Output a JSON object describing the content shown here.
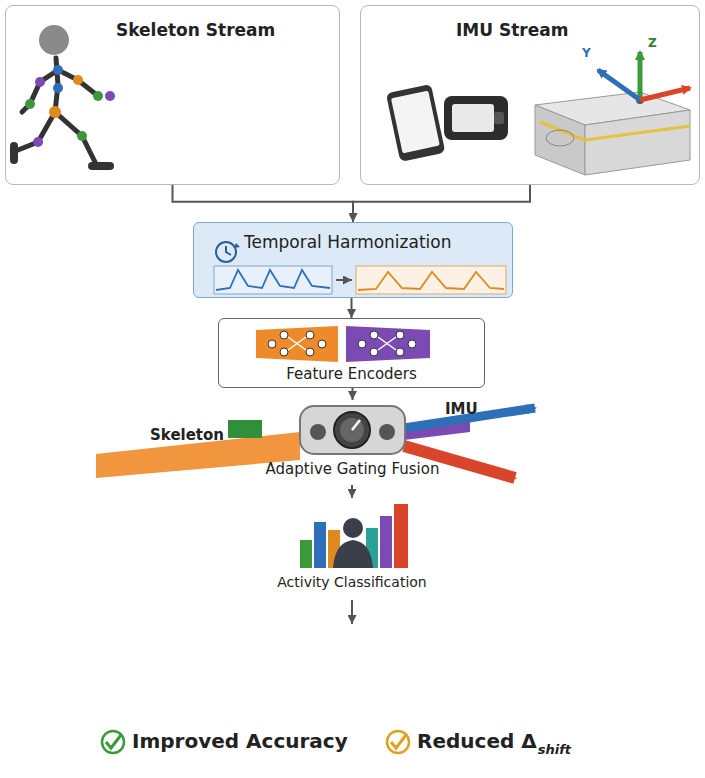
{
  "diagram": {
    "nodes": [
      {
        "text": [
          "Skeleton Stream"
        ]
      },
      {
        "text": [
          "IMU Stream"
        ]
      },
      {
        "text": [
          "Temporal Harmonization"
        ]
      },
      {
        "text": [
          "Feature Encoders"
        ]
      },
      {
        "text": [
          "Adaptive Gating Fusion"
        ]
      },
      {
        "text": [
          "Activity Classification"
        ]
      }
    ],
    "edges": [
      {
        "from": 0,
        "to": 2,
        "arrow": "to"
      },
      {
        "from": 1,
        "to": 2,
        "arrow": "to"
      },
      {
        "from": 2,
        "to": 3,
        "arrow": "to"
      },
      {
        "from": 3,
        "to": 4,
        "arrow": "to"
      },
      {
        "from": 4,
        "to": 5,
        "arrow": "to"
      }
    ],
    "labels": [
      "Skeleton",
      "IMU",
      "Y",
      "Z",
      "Improved Accuracy",
      "Reduced Δ",
      "shift"
    ]
  }
}
